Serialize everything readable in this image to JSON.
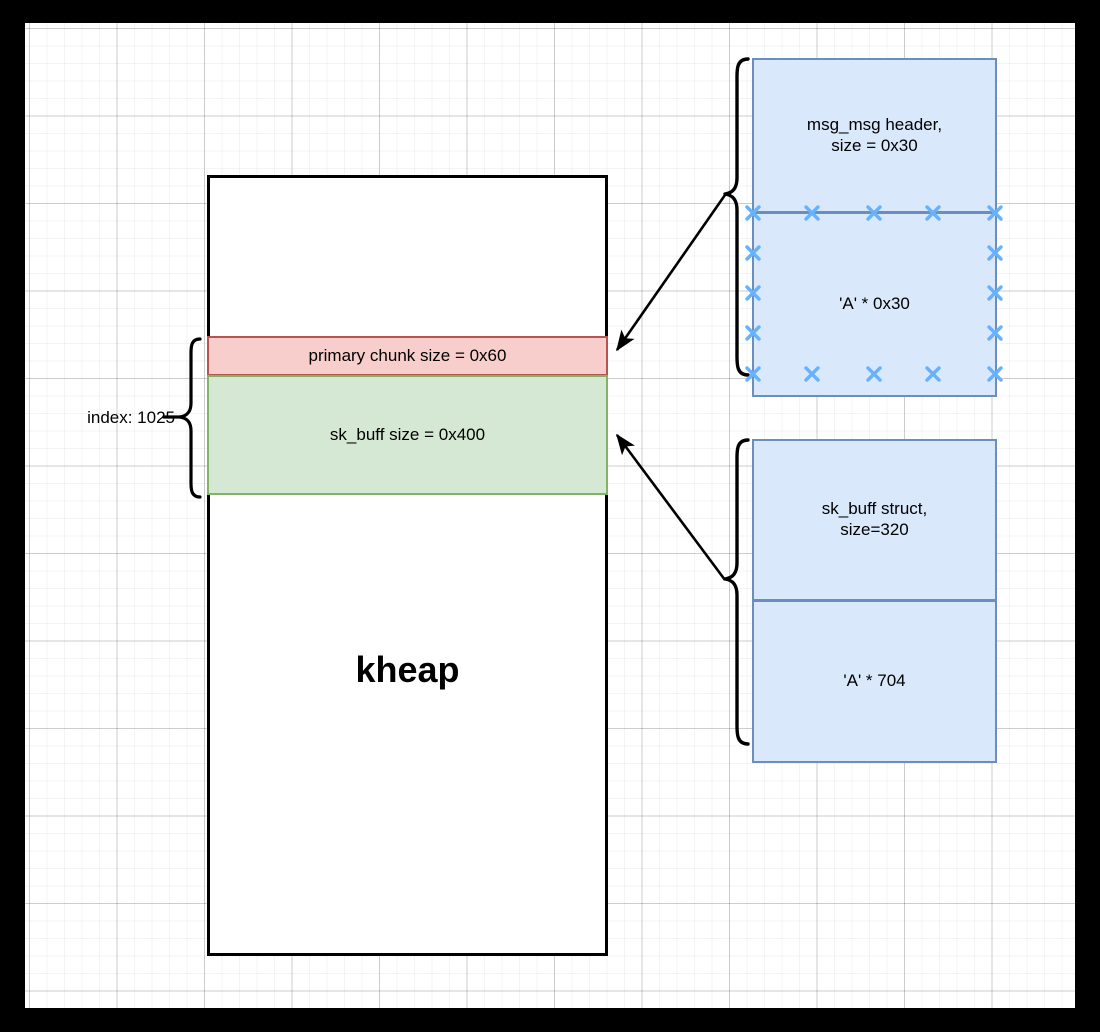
{
  "diagram": {
    "title": "kheap layout",
    "colors": {
      "chunk_primary_fill": "#f8cecc",
      "chunk_primary_stroke": "#b85450",
      "chunk_skbuff_fill": "#d5e8d4",
      "chunk_skbuff_stroke": "#82b366",
      "payload_fill": "#dae8fc",
      "payload_stroke": "#6c8ebf",
      "outline": "#000000",
      "selection_handle": "#66b2ff",
      "canvas": "#ffffff",
      "matte": "#000000"
    },
    "heap": {
      "label": "kheap",
      "index_label": "index: 1025",
      "chunks": [
        {
          "label": "primary chunk size = 0x60",
          "name": "primary-chunk"
        },
        {
          "label": "sk_buff size = 0x400",
          "name": "skbuff-chunk"
        }
      ]
    },
    "spray_groups": [
      {
        "name": "msg-msg-group",
        "cells": [
          {
            "lines": [
              "msg_msg header,",
              "size = 0x30"
            ]
          },
          {
            "lines": [
              "'A' * 0x30"
            ]
          }
        ]
      },
      {
        "name": "sk-buff-group",
        "cells": [
          {
            "lines": [
              "sk_buff struct,",
              "size=320"
            ]
          },
          {
            "lines": [
              "'A' * 704"
            ]
          }
        ]
      }
    ],
    "text": {
      "msg_header_line1": "msg_msg header,",
      "msg_header_line2": "size = 0x30",
      "msg_body_line1": "'A' * 0x30",
      "skb_struct_line1": "sk_buff struct,",
      "skb_struct_line2": "size=320",
      "skb_pad_line1": "'A' * 704",
      "primary_chunk_label": "primary chunk size = 0x60",
      "skbuff_chunk_label": "sk_buff size = 0x400",
      "kheap_label": "kheap",
      "index_label": "index: 1025"
    }
  }
}
